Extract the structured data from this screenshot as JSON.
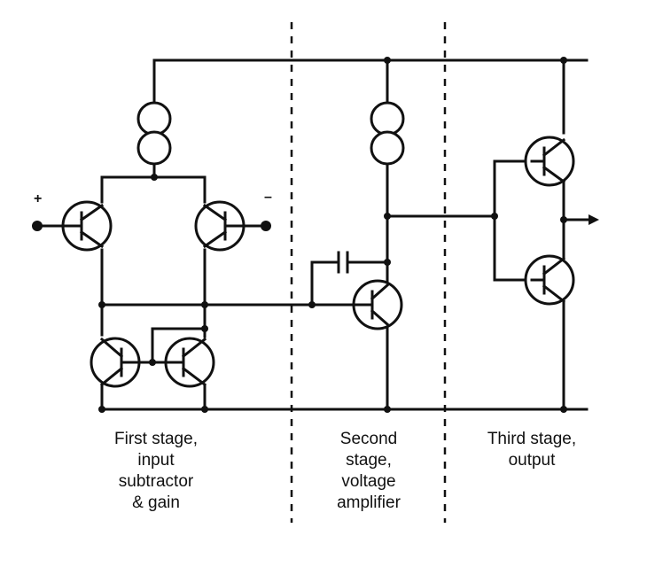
{
  "labels": {
    "plus": "+",
    "minus": "–",
    "stage1": "First stage,\ninput\nsubtractor\n& gain",
    "stage2": "Second\nstage,\nvoltage\namplifier",
    "stage3": "Third stage,\noutput"
  }
}
